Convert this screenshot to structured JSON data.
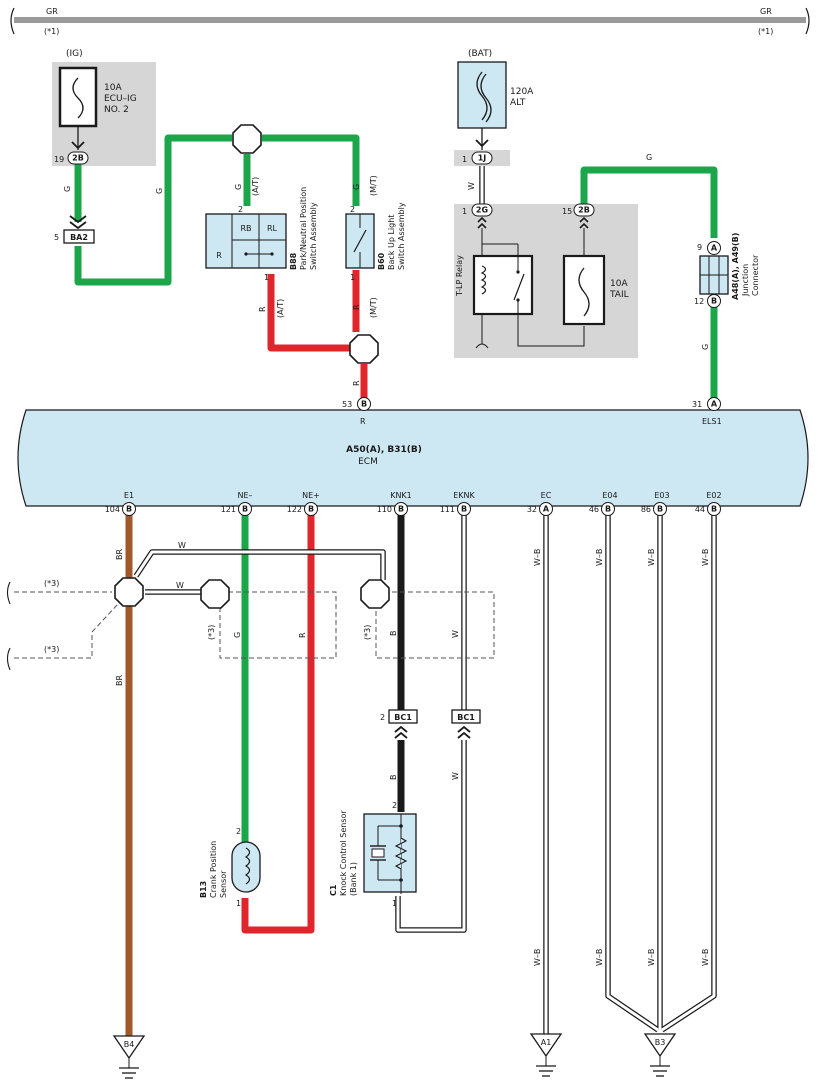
{
  "top_bus": {
    "left_label": "GR",
    "left_note": "(*1)",
    "right_label": "GR",
    "right_note": "(*1)"
  },
  "fuse_ecu": {
    "supply": "(IG)",
    "rating": "10A",
    "name_1": "ECU–IG",
    "name_2": "NO. 2",
    "pin": "19",
    "conn": "2B"
  },
  "conn_ba2": {
    "pin": "5",
    "name": "BA2"
  },
  "park_switch": {
    "code": "B88",
    "name_1": "Park/Neutral Position",
    "name_2": "Switch Assembly",
    "cell_rb": "RB",
    "cell_rl": "RL",
    "cell_r": "R",
    "pin_top": "2",
    "pin_bot": "1",
    "wire_top": "G",
    "note_top": "(A/T)",
    "wire_bot": "R",
    "note_bot": "(A/T)"
  },
  "backup_switch": {
    "code": "B60",
    "name_1": "Back Up Light",
    "name_2": "Switch Assembly",
    "pin_top": "2",
    "pin_bot": "1",
    "wire_top": "G",
    "note_top": "(M/T)",
    "wire_bot": "R",
    "note_bot": "(M/T)"
  },
  "fuse_alt": {
    "supply": "(BAT)",
    "rating": "120A",
    "name": "ALT"
  },
  "relay": {
    "name": "T-LP Relay",
    "pin_1j": "1",
    "conn_1j": "1J",
    "pin_2g": "1",
    "conn_2g": "2G",
    "wire": "W"
  },
  "fuse_tail": {
    "rating": "10A",
    "name": "TAIL",
    "pin": "15",
    "conn": "2B"
  },
  "junction": {
    "code": "A48(A), A49(B)",
    "name_1": "Junction",
    "name_2": "Connector",
    "pin_top": "9",
    "conn_top": "A",
    "pin_bot": "12",
    "conn_bot": "B",
    "wire_top": "G",
    "wire_bot": "G"
  },
  "ecm": {
    "code": "A50(A), B31(B)",
    "name": "ECM",
    "pin_53": "53",
    "conn_53": "B",
    "wire_53": "R",
    "els1": "ELS1",
    "pin_31": "31",
    "conn_31": "A",
    "bottom_pins": [
      {
        "label": "E1",
        "pin": "104",
        "conn": "B"
      },
      {
        "label": "NE–",
        "pin": "121",
        "conn": "B"
      },
      {
        "label": "NE+",
        "pin": "122",
        "conn": "B"
      },
      {
        "label": "KNK1",
        "pin": "110",
        "conn": "B"
      },
      {
        "label": "EKNK",
        "pin": "111",
        "conn": "B"
      },
      {
        "label": "EC",
        "pin": "32",
        "conn": "A"
      },
      {
        "label": "E04",
        "pin": "46",
        "conn": "B"
      },
      {
        "label": "E03",
        "pin": "86",
        "conn": "B"
      },
      {
        "label": "E02",
        "pin": "44",
        "conn": "B"
      }
    ]
  },
  "wires": {
    "g": "G",
    "r": "R",
    "w": "W",
    "br": "BR",
    "b": "B",
    "wb": "W–B",
    "note3": "(*3)"
  },
  "conn_bc1": {
    "pin": "2",
    "name": "BC1"
  },
  "crank_sensor": {
    "code": "B13",
    "name_1": "Crank Position",
    "name_2": "Sensor",
    "pin_top": "2",
    "pin_bot": "1"
  },
  "knock_sensor": {
    "code": "C1",
    "name_1": "Knock Control Sensor",
    "name_2": "(Bank 1)",
    "pin_top": "2",
    "pin_bot": "1"
  },
  "grounds": {
    "b4": "B4",
    "a1": "A1",
    "b3": "B3"
  },
  "colors": {
    "green": "#1ba64a",
    "red": "#e0252b",
    "brown": "#a0582c",
    "black": "#1a1a1a",
    "gray_bus": "#9a9a9a",
    "ecm_fill": "#cde7f3",
    "shade": "#d6d6d6"
  }
}
